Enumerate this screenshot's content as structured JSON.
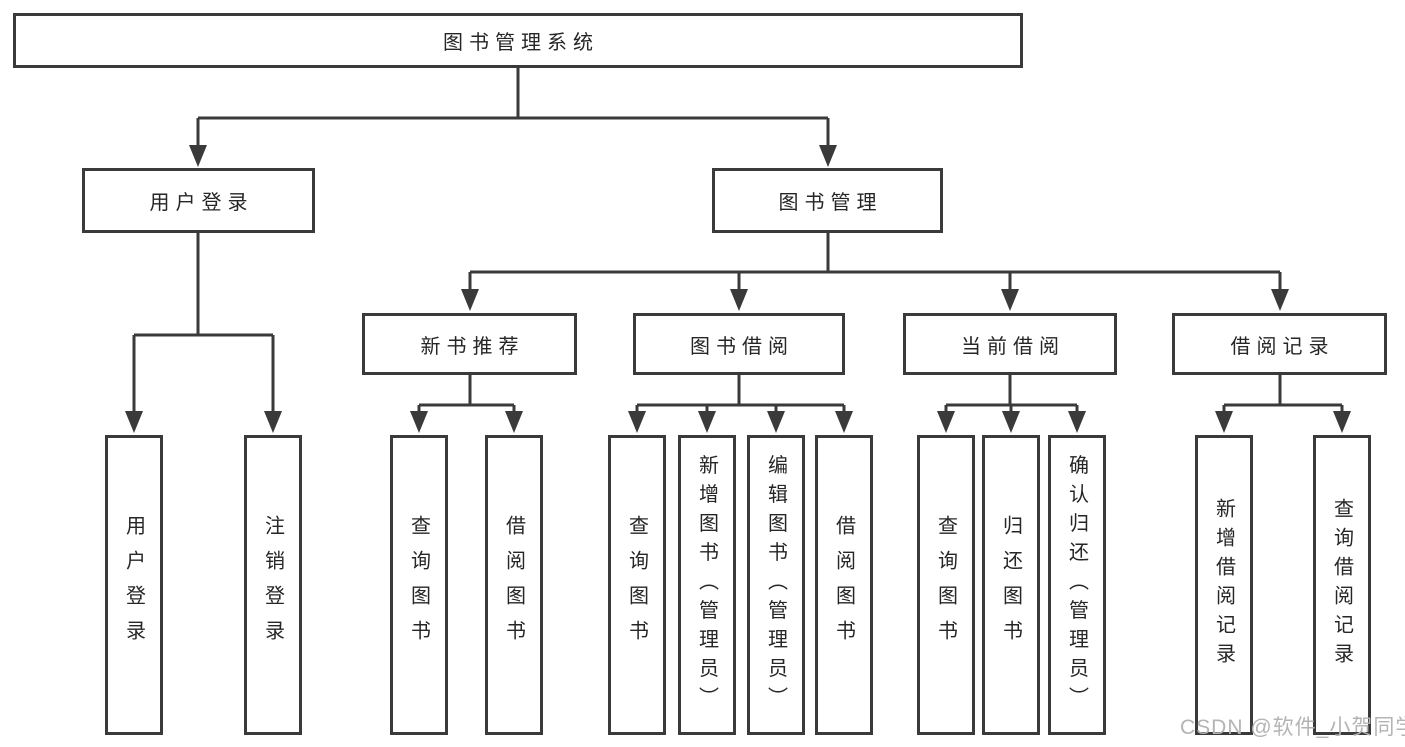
{
  "tree": {
    "label": "图书管理系统",
    "children": [
      {
        "label": "用户登录",
        "children": [
          {
            "label": "用户登录"
          },
          {
            "label": "注销登录"
          }
        ]
      },
      {
        "label": "图书管理",
        "children": [
          {
            "label": "新书推荐",
            "children": [
              {
                "label": "查询图书"
              },
              {
                "label": "借阅图书"
              }
            ]
          },
          {
            "label": "图书借阅",
            "children": [
              {
                "label": "查询图书"
              },
              {
                "label": "新增图书（管理员）"
              },
              {
                "label": "编辑图书（管理员）"
              },
              {
                "label": "借阅图书"
              }
            ]
          },
          {
            "label": "当前借阅",
            "children": [
              {
                "label": "查询图书"
              },
              {
                "label": "归还图书"
              },
              {
                "label": "确认归还（管理员）"
              }
            ]
          },
          {
            "label": "借阅记录",
            "children": [
              {
                "label": "新增借阅记录"
              },
              {
                "label": "查询借阅记录"
              }
            ]
          }
        ]
      }
    ]
  },
  "watermark": {
    "text": "CSDN @软件_小贺同学"
  },
  "colors": {
    "line": "#3a3a3a",
    "text": "#262626",
    "watermark": "#b4b4b4",
    "background": "#ffffff"
  }
}
